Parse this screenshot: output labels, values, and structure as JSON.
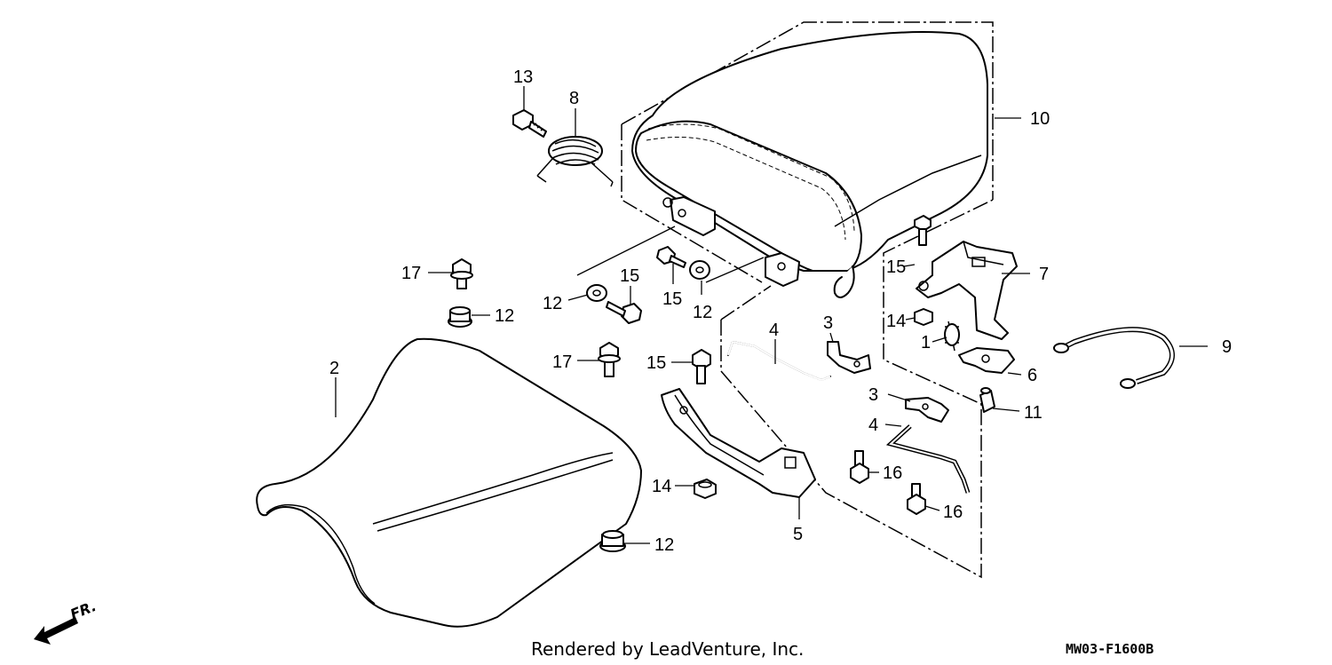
{
  "callouts": {
    "c13": "13",
    "c8": "8",
    "c10": "10",
    "c17a": "17",
    "c12a": "12",
    "c12b": "12",
    "c15a": "15",
    "c15b": "15",
    "c12c": "12",
    "c7": "7",
    "c15c": "15",
    "c14a": "14",
    "c3a": "3",
    "c1": "1",
    "c4a": "4",
    "c2": "2",
    "c17b": "17",
    "c15d": "15",
    "c9": "9",
    "c6": "6",
    "c3b": "3",
    "c11": "11",
    "c4b": "4",
    "c16a": "16",
    "c14b": "14",
    "c16b": "16",
    "c5": "5",
    "c12d": "12"
  },
  "footer": {
    "credit": "Rendered by LeadVenture, Inc.",
    "diagram_code": "MW03-F1600B",
    "direction": "FR."
  }
}
